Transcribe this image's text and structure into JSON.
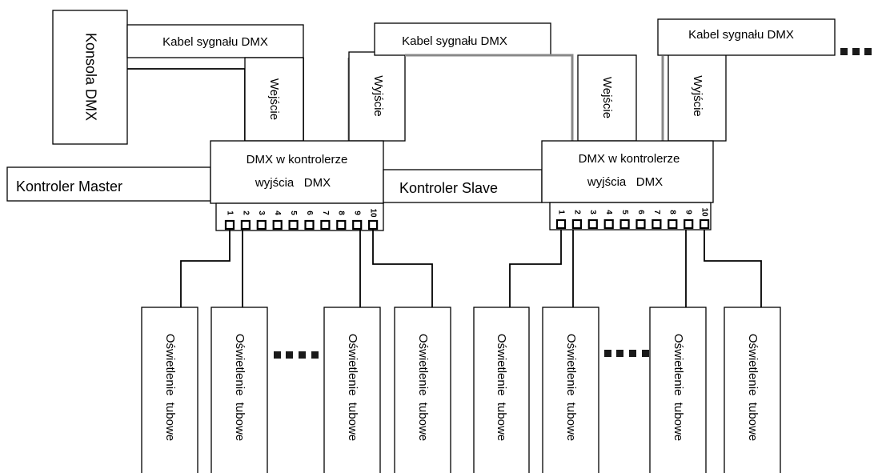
{
  "console": {
    "label": "Konsola DMX"
  },
  "cables": [
    {
      "label": "Kabel sygnału DMX"
    },
    {
      "label": "Kabel sygnału DMX"
    },
    {
      "label": "Kabel sygnału DMX"
    }
  ],
  "ports": {
    "input": "Wejście",
    "output": "Wyjście"
  },
  "controllers": [
    {
      "name": "Kontroler Master",
      "line1": "DMX w kontrolerze",
      "line2": "wyjścia   DMX",
      "terminals": [
        "1",
        "2",
        "3",
        "4",
        "5",
        "6",
        "7",
        "8",
        "9",
        "10"
      ]
    },
    {
      "name": "Kontroler Slave",
      "line1": "DMX w kontrolerze",
      "line2": "wyjścia   DMX",
      "terminals": [
        "1",
        "2",
        "3",
        "4",
        "5",
        "6",
        "7",
        "8",
        "9",
        "10"
      ]
    }
  ],
  "lights": {
    "label": "Oświetlenie  tubowe"
  }
}
